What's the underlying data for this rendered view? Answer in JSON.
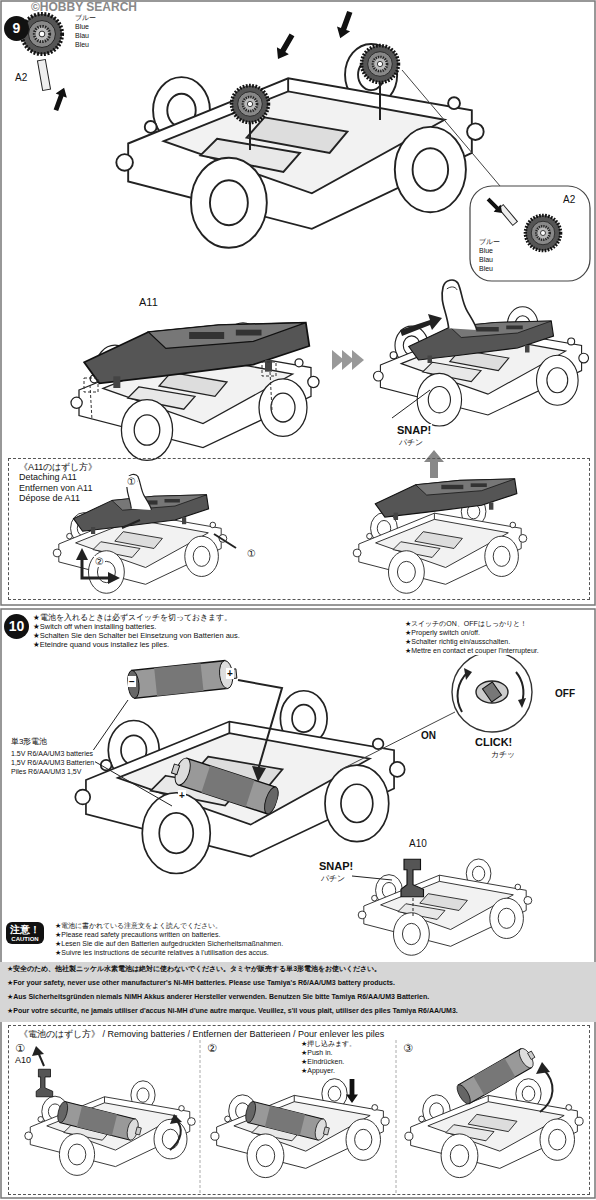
{
  "diagram": {
    "nodes": [
      {
        "text": [
          "9"
        ]
      },
      {
        "text": [
          "《A11のはずし方》",
          "Detaching A11",
          "Entfernen von A11",
          "Dépose de A11"
        ]
      },
      {
        "text": [
          "10"
        ]
      },
      {
        "text": [
          "注意！",
          "CAUTION"
        ]
      },
      {
        "text": [
          "《電池のはずし方》 / Removing batteries / Entfernen der Batterieen / Pour enlever les piles"
        ]
      }
    ],
    "labels": [
      "ブルー",
      "Blue",
      "Blau",
      "Bleu",
      "A2",
      "A2",
      "ブルー",
      "Blue",
      "Blau",
      "Bleu",
      "A11",
      "SNAP!",
      "パチン",
      "①",
      "②",
      "①",
      "★電池を入れるときは必ずスイッチを切っておきます。",
      "★Switch off when installing batteries.",
      "★Schalten Sie den Schalter bei Einsetzung von Batterien aus.",
      "★Eteindre quand vous installez les piles.",
      "★スイッチのON、OFFはしっかりと！",
      "★Properly switch on/off.",
      "★Schalter richtig ein/ausschalten.",
      "★Mettre en contact et couper l'interrupteur.",
      "OFF",
      "ON",
      "CLICK!",
      "カチッ",
      "単3形電池",
      "1.5V R6/AA/UM3 batteries",
      "1,5V R6/AA/UM3 Batterien",
      "Piles R6/AA/UM3 1,5V",
      "−",
      "+",
      "+",
      "A10",
      "SNAP!",
      "パチン",
      "★電池に書かれている注意文をよく読んでください。",
      "★Please read safety precautions written on batteries.",
      "★Lesen Sie die auf den Batterien aufgedruckten Sicherheitsmaßnahmen.",
      "★Suivre les instructions de sécurité relatives à l'utilisation des accus.",
      "★安全のため、他社製ニッケル水素電池は絶対に使わないでください。タミヤが販売する単3形電池をお使いください。",
      "★For your safety, never use other manufacturer's Ni-MH batteries. Please use Tamiya's R6/AA/UM3 battery products.",
      "★Aus Sicherheitsgründen niemals NiMH Akkus anderer Hersteller verwenden. Benutzen Sie bitte Tamiya R6/AA/UM3 Batterien.",
      "★Pour votre sécurité, ne jamais utiliser d'accus Ni-MH d'une autre marque. Veuillez, s'il vous plait, utiliser des piles Tamiya R6/AA/UM3.",
      "①",
      "A10",
      "②",
      "★押し込みます。",
      "★Push in.",
      "★Eindrücken.",
      "★Appuyer.",
      "③",
      "©HOBBY SEARCH"
    ]
  }
}
